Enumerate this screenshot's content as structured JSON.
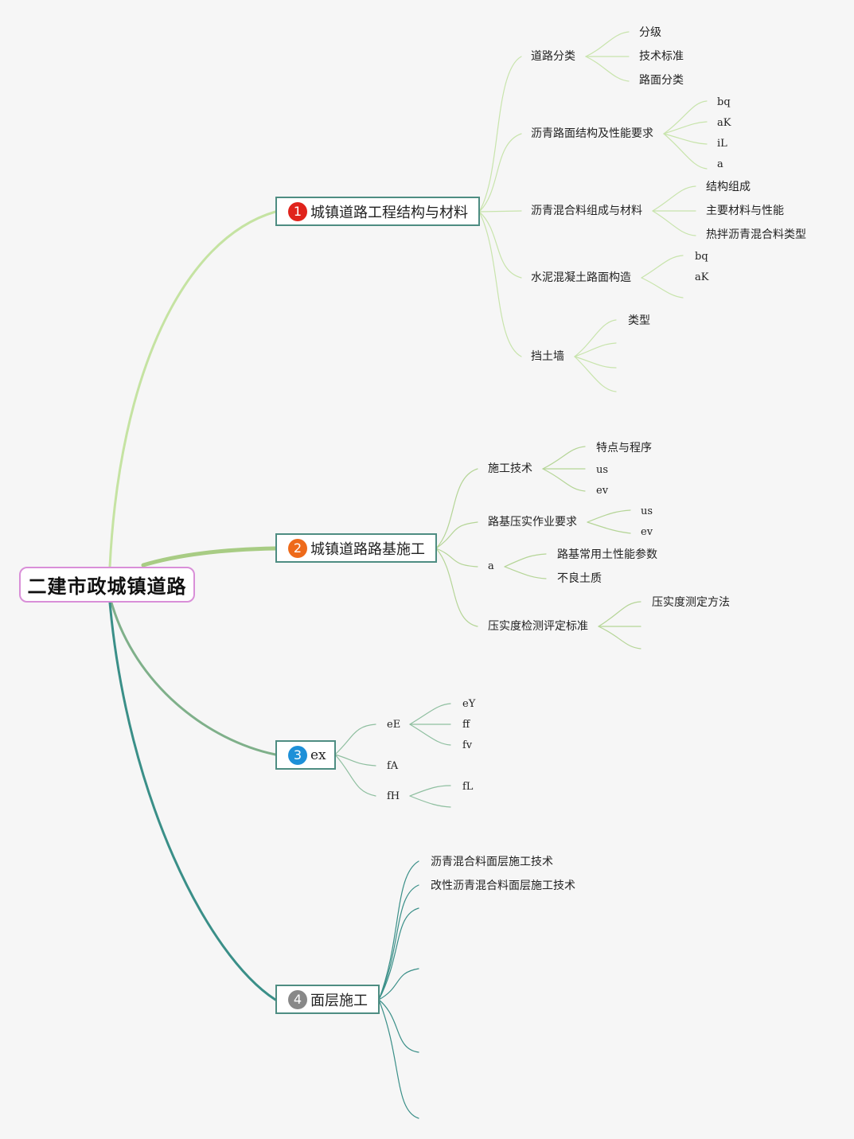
{
  "root": "二建市政城镇道路",
  "colors": {
    "root_border": "#d98fd8",
    "branch_border": "#4e8d82",
    "badge1": "#e0231c",
    "badge2": "#ee6a1a",
    "badge3": "#1e90d8",
    "badge4": "#888888",
    "line_green_light": "#c5e3a2",
    "line_green": "#a8cc84",
    "line_teal": "#3a8f88"
  },
  "branches": [
    {
      "num": "1",
      "label": "城镇道路工程结构与材料",
      "children": [
        {
          "label": "道路分类",
          "children": [
            "分级",
            "技术标准",
            "路面分类"
          ]
        },
        {
          "label": "沥青路面结构及性能要求",
          "children": [
            "bq",
            "aK",
            "iL",
            "a"
          ]
        },
        {
          "label": "沥青混合料组成与材料",
          "children": [
            "结构组成",
            "主要材料与性能",
            "热拌沥青混合料类型"
          ]
        },
        {
          "label": "水泥混凝土路面构造",
          "children": [
            "bq",
            "aK"
          ]
        },
        {
          "label": "挡土墙",
          "children": [
            "类型"
          ]
        }
      ]
    },
    {
      "num": "2",
      "label": "城镇道路路基施工",
      "children": [
        {
          "label": "施工技术",
          "children": [
            "特点与程序",
            "us",
            "ev"
          ]
        },
        {
          "label": "路基压实作业要求",
          "children": [
            "us",
            "ev"
          ]
        },
        {
          "label": "a",
          "children": [
            "路基常用土性能参数",
            "不良土质"
          ]
        },
        {
          "label": "压实度检测评定标准",
          "children": [
            "压实度测定方法"
          ]
        }
      ]
    },
    {
      "num": "3",
      "label": "ex",
      "children": [
        {
          "label": "eE",
          "children": [
            "eY",
            "ff",
            "fv"
          ]
        },
        {
          "label": "fA",
          "children": []
        },
        {
          "label": "fH",
          "children": [
            "fL"
          ]
        }
      ]
    },
    {
      "num": "4",
      "label": "面层施工",
      "children": [
        {
          "label": "沥青混合料面层施工技术",
          "children": []
        },
        {
          "label": "改性沥青混合料面层施工技术",
          "children": []
        }
      ]
    }
  ]
}
